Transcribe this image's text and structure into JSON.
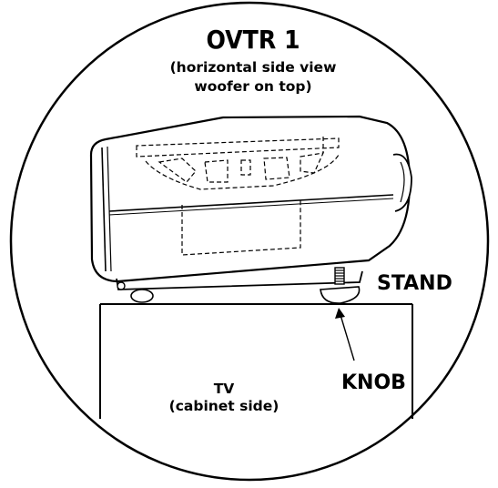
{
  "diagram": {
    "title": "OVTR 1",
    "subtitle_line1": "(horizontal side view",
    "subtitle_line2": "woofer on top)",
    "label_stand": "STAND",
    "label_knob": "KNOB",
    "cabinet_line1": "TV",
    "cabinet_line2": "(cabinet side)"
  },
  "colors": {
    "ink": "#000000",
    "background": "#ffffff"
  }
}
